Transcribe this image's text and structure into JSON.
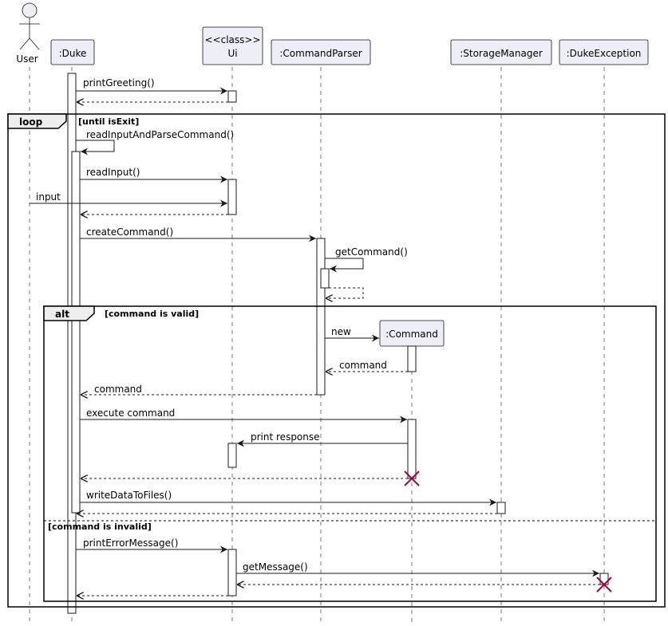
{
  "participants": {
    "user": "User",
    "duke": ":Duke",
    "ui_stereotype": "<<class>>",
    "ui": "Ui",
    "parser": ":CommandParser",
    "storage": ":StorageManager",
    "exception": ":DukeException",
    "command": ":Command"
  },
  "fragments": {
    "loop": {
      "keyword": "loop",
      "guard": "[until isExit]"
    },
    "alt": {
      "keyword": "alt",
      "guard": "[command is valid]",
      "else_guard": "[command is invalid]"
    }
  },
  "messages": {
    "print_greeting": "printGreeting()",
    "read_input_and_parse": "readInputAndParseCommand()",
    "read_input": "readInput()",
    "input": "input",
    "create_command": "createCommand()",
    "get_command": "getCommand()",
    "new": "new",
    "command_return": "command",
    "command_return_duke": "command",
    "execute_command": "execute command",
    "print_response": "print response",
    "write_data": "writeDataToFiles()",
    "print_error": "printErrorMessage()",
    "get_message": "getMessage()"
  },
  "colors": {
    "participant_fill": "#eeeef6",
    "destroy_mark": "#a80036",
    "line": "#181818"
  }
}
